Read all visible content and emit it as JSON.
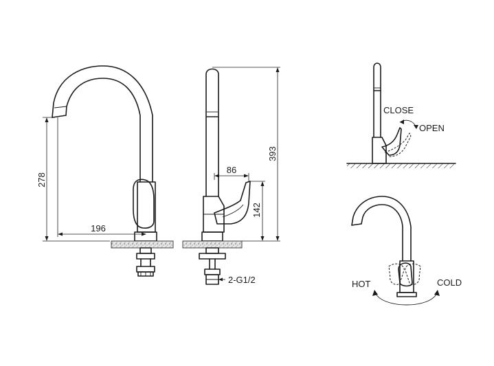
{
  "front_view": {
    "height_dim": "278",
    "reach_dim": "196"
  },
  "side_view": {
    "total_height_dim": "393",
    "handle_reach_dim": "86",
    "handle_height_dim": "142",
    "connector_label": "2-G1/2"
  },
  "lever_operation": {
    "close_label": "CLOSE",
    "open_label": "OPEN"
  },
  "temperature_operation": {
    "hot_label": "HOT",
    "cold_label": "COLD"
  }
}
